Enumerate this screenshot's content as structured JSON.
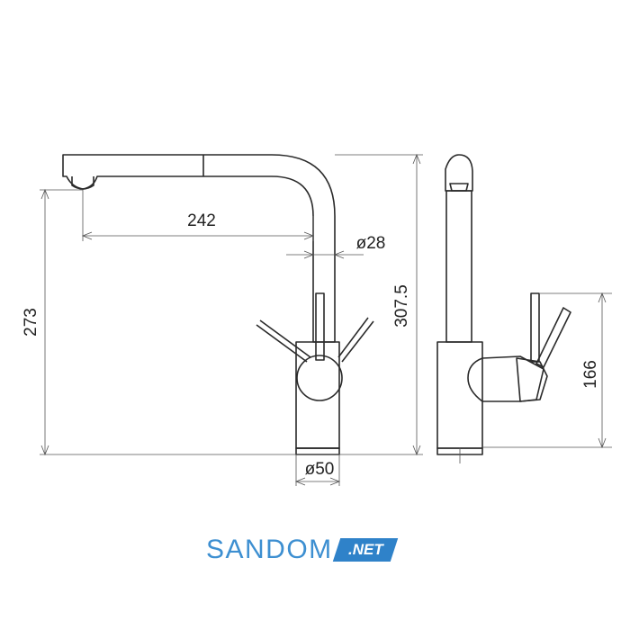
{
  "dimensions": {
    "spout_reach": "242",
    "body_diameter": "ø28",
    "spout_height": "273",
    "total_height": "307.5",
    "base_diameter": "ø50",
    "lever_height": "166"
  },
  "brand": {
    "name": "SANDOM",
    "suffix": ".NET",
    "primary_color": "#3d8fd1",
    "badge_color": "#2f82c9"
  }
}
